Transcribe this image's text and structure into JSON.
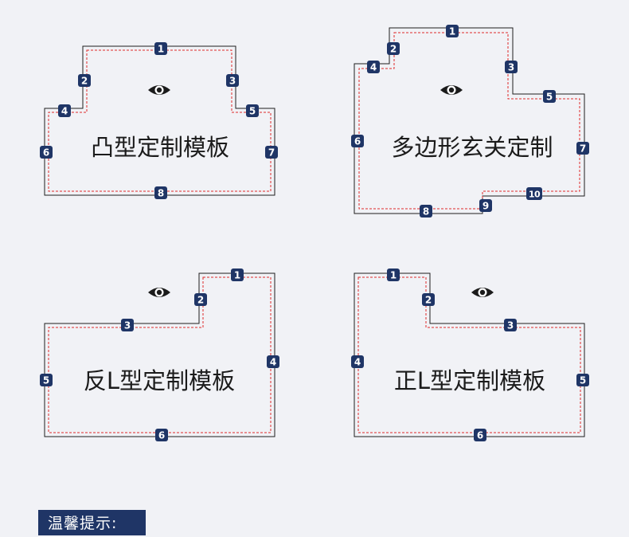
{
  "shapes": [
    {
      "label": "凸型定制模板",
      "badges": [
        "1",
        "2",
        "3",
        "4",
        "5",
        "6",
        "7",
        "8"
      ]
    },
    {
      "label": "多边形玄关定制",
      "badges": [
        "1",
        "2",
        "3",
        "4",
        "5",
        "6",
        "7",
        "8",
        "9",
        "10"
      ]
    },
    {
      "label": "反L型定制模板",
      "badges": [
        "1",
        "2",
        "3",
        "4",
        "5",
        "6"
      ]
    },
    {
      "label": "正L型定制模板",
      "badges": [
        "1",
        "2",
        "3",
        "4",
        "5",
        "6"
      ]
    }
  ],
  "icons": {
    "preview": "eye-icon"
  },
  "colors": {
    "badge": "#1f3566",
    "outline": "#1e1e1e",
    "dashed": "#e02a2a",
    "background": "#f1f2f6"
  },
  "tip": {
    "label": "温馨提示:"
  }
}
